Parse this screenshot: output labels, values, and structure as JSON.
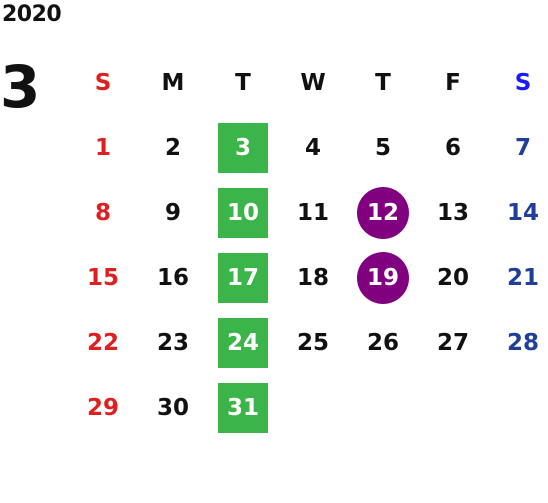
{
  "year": "2020",
  "month": "3",
  "weekdays": [
    "S",
    "M",
    "T",
    "W",
    "T",
    "F",
    "S"
  ],
  "weeks": [
    [
      "1",
      "2",
      "3",
      "4",
      "5",
      "6",
      "7"
    ],
    [
      "8",
      "9",
      "10",
      "11",
      "12",
      "13",
      "14"
    ],
    [
      "15",
      "16",
      "17",
      "18",
      "19",
      "20",
      "21"
    ],
    [
      "22",
      "23",
      "24",
      "25",
      "26",
      "27",
      "28"
    ],
    [
      "29",
      "30",
      "31",
      "",
      "",
      "",
      ""
    ]
  ],
  "colors": {
    "sunday": "#e02020",
    "saturday": "#1f3f99",
    "saturday_header": "#1a1aff",
    "green_highlight": "#3bb54a",
    "purple_highlight": "#800080"
  }
}
